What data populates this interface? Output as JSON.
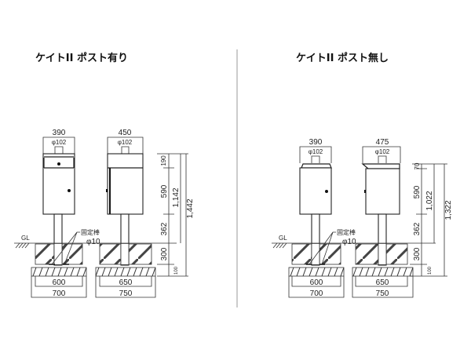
{
  "panels": [
    {
      "title": "ケイトII ポスト有り",
      "front_width": "390",
      "side_width": "450",
      "pipe_diameter": "φ102",
      "gl_label": "GL",
      "rod_label": "固定棒",
      "rod_diameter": "φ10",
      "base_inner_front": "600",
      "base_outer_front": "700",
      "base_inner_side": "650",
      "base_outer_side": "750",
      "dim_top": "190",
      "dim_body": "590",
      "dim_post": "362",
      "dim_foundation": "300",
      "dim_gravel": "100",
      "dim_above_gl": "1,142",
      "dim_total": "1,442"
    },
    {
      "title": "ケイトII ポスト無し",
      "front_width": "390",
      "side_width": "475",
      "pipe_diameter": "φ102",
      "gl_label": "GL",
      "rod_label": "固定棒",
      "rod_diameter": "φ10",
      "base_inner_front": "600",
      "base_outer_front": "700",
      "base_inner_side": "650",
      "base_outer_side": "750",
      "dim_top": "70",
      "dim_body": "590",
      "dim_post": "362",
      "dim_foundation": "300",
      "dim_gravel": "100",
      "dim_above_gl": "1,022",
      "dim_total": "1,322"
    }
  ]
}
